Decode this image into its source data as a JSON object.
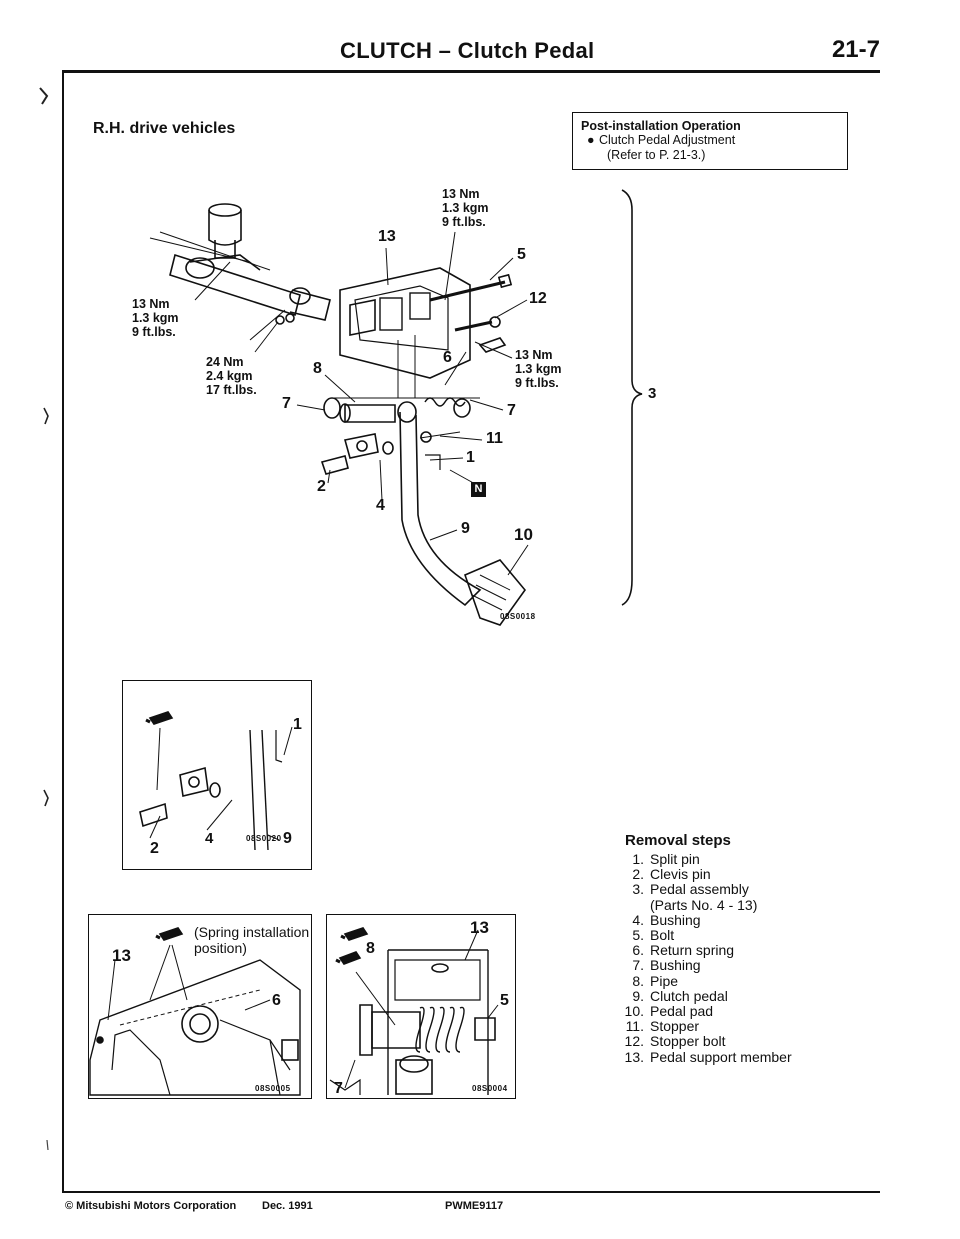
{
  "header": {
    "title": "CLUTCH – Clutch Pedal",
    "page_number": "21-7"
  },
  "subheading": "R.H. drive vehicles",
  "post_installation": {
    "title": "Post-installation Operation",
    "item": "Clutch Pedal Adjustment",
    "ref": "(Refer to P. 21-3.)"
  },
  "main_diagram": {
    "torque_top": [
      "13 Nm",
      "1.3 kgm",
      "9 ft.lbs."
    ],
    "torque_left": [
      "13 Nm",
      "1.3 kgm",
      "9 ft.lbs."
    ],
    "torque_mid": [
      "24 Nm",
      "2.4 kgm",
      "17 ft.lbs."
    ],
    "torque_right": [
      "13 Nm",
      "1.3 kgm",
      "9 ft.lbs."
    ],
    "callouts": {
      "c13": "13",
      "c5": "5",
      "c12": "12",
      "c6": "6",
      "c8": "8",
      "c7a": "7",
      "c7b": "7",
      "c11": "11",
      "c1": "1",
      "c2": "2",
      "c4": "4",
      "c9": "9",
      "c10": "10",
      "cN": "N"
    },
    "code": "08S0018",
    "brace_label": "3"
  },
  "inset1": {
    "callouts": {
      "c1": "1",
      "c9": "9",
      "c2": "2",
      "c4": "4"
    },
    "code": "08S0020"
  },
  "inset2": {
    "note_line1": "(Spring installation",
    "note_line2": "position)",
    "callouts": {
      "c13": "13",
      "c6": "6"
    },
    "code": "08S0005"
  },
  "inset3": {
    "callouts": {
      "c13": "13",
      "c8": "8",
      "c5": "5",
      "c7": "7"
    },
    "code": "08S0004"
  },
  "removal": {
    "title": "Removal steps",
    "steps": [
      {
        "n": "1.",
        "text": "Split pin"
      },
      {
        "n": "2.",
        "text": "Clevis pin"
      },
      {
        "n": "3.",
        "text": "Pedal assembly"
      },
      {
        "n": "",
        "text": "(Parts No. 4 - 13)"
      },
      {
        "n": "4.",
        "text": "Bushing"
      },
      {
        "n": "5.",
        "text": "Bolt"
      },
      {
        "n": "6.",
        "text": "Return spring"
      },
      {
        "n": "7.",
        "text": "Bushing"
      },
      {
        "n": "8.",
        "text": "Pipe"
      },
      {
        "n": "9.",
        "text": "Clutch pedal"
      },
      {
        "n": "10.",
        "text": "Pedal pad"
      },
      {
        "n": "11.",
        "text": "Stopper"
      },
      {
        "n": "12.",
        "text": "Stopper bolt"
      },
      {
        "n": "13.",
        "text": "Pedal support member"
      }
    ]
  },
  "footer": {
    "copyright": "© Mitsubishi Motors Corporation",
    "date": "Dec. 1991",
    "code": "PWME9117"
  }
}
